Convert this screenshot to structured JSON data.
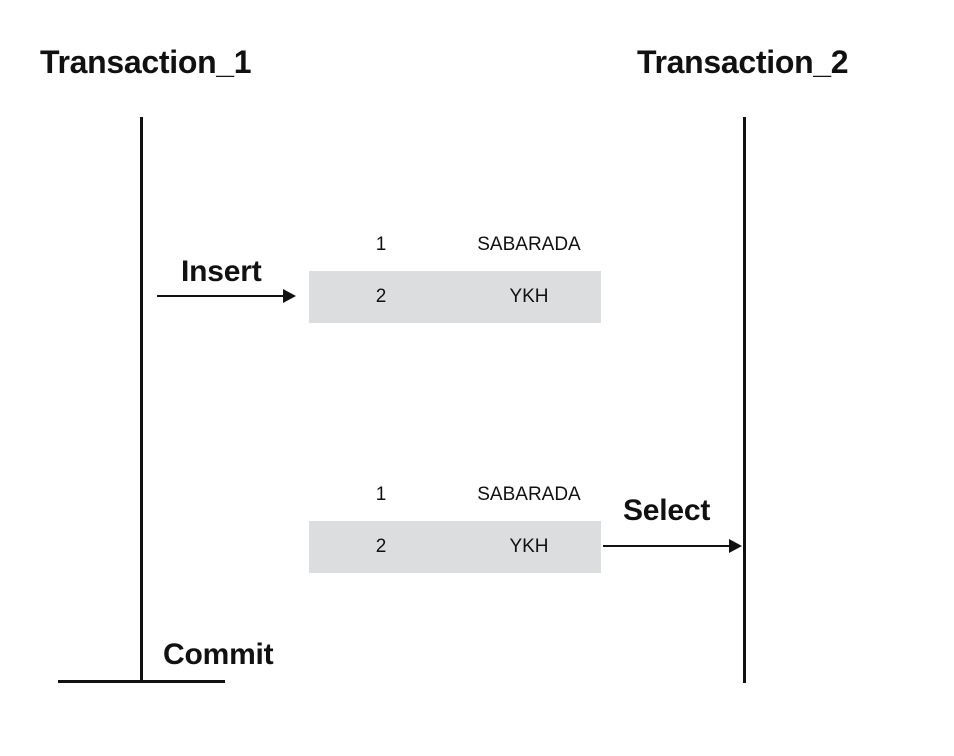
{
  "transactions": {
    "left_title": "Transaction_1",
    "right_title": "Transaction_2"
  },
  "operations": {
    "insert_label": "Insert",
    "select_label": "Select",
    "commit_label": "Commit"
  },
  "tables": [
    {
      "rows": [
        {
          "id": "1",
          "name": "SABARADA",
          "highlighted": false
        },
        {
          "id": "2",
          "name": "YKH",
          "highlighted": true
        }
      ]
    },
    {
      "rows": [
        {
          "id": "1",
          "name": "SABARADA",
          "highlighted": false
        },
        {
          "id": "2",
          "name": "YKH",
          "highlighted": true
        }
      ]
    }
  ],
  "colors": {
    "line": "#111111",
    "row_highlight": "#dcdddf",
    "background": "#ffffff"
  }
}
